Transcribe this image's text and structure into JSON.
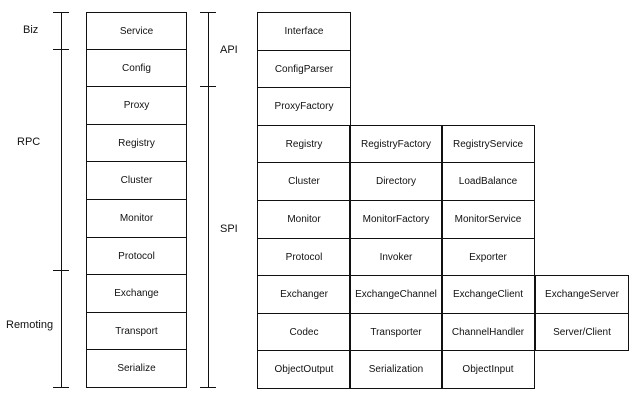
{
  "side_groups": [
    {
      "label": "Biz"
    },
    {
      "label": "RPC"
    },
    {
      "label": "Remoting"
    }
  ],
  "middle_groups": [
    {
      "label": "API"
    },
    {
      "label": "SPI"
    }
  ],
  "layers": [
    "Service",
    "Config",
    "Proxy",
    "Registry",
    "Cluster",
    "Monitor",
    "Protocol",
    "Exchange",
    "Transport",
    "Serialize"
  ],
  "components": [
    [
      "Interface"
    ],
    [
      "ConfigParser"
    ],
    [
      "ProxyFactory"
    ],
    [
      "Registry",
      "RegistryFactory",
      "RegistryService"
    ],
    [
      "Cluster",
      "Directory",
      "LoadBalance"
    ],
    [
      "Monitor",
      "MonitorFactory",
      "MonitorService"
    ],
    [
      "Protocol",
      "Invoker",
      "Exporter"
    ],
    [
      "Exchanger",
      "ExchangeChannel",
      "ExchangeClient",
      "ExchangeServer"
    ],
    [
      "Codec",
      "Transporter",
      "ChannelHandler",
      "Server/Client"
    ],
    [
      "ObjectOutput",
      "Serialization",
      "ObjectInput"
    ]
  ],
  "colors": {
    "line": "#111111",
    "background": "#ffffff",
    "text": "#111111"
  }
}
